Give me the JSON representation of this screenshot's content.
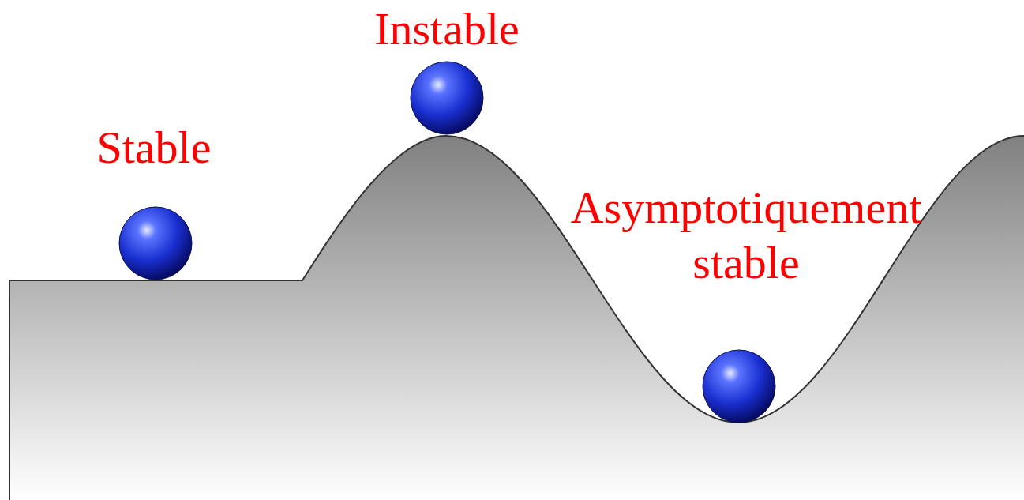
{
  "diagram": {
    "labels": [
      "Stable",
      "Instable",
      "Asymptotiquement stable"
    ]
  }
}
